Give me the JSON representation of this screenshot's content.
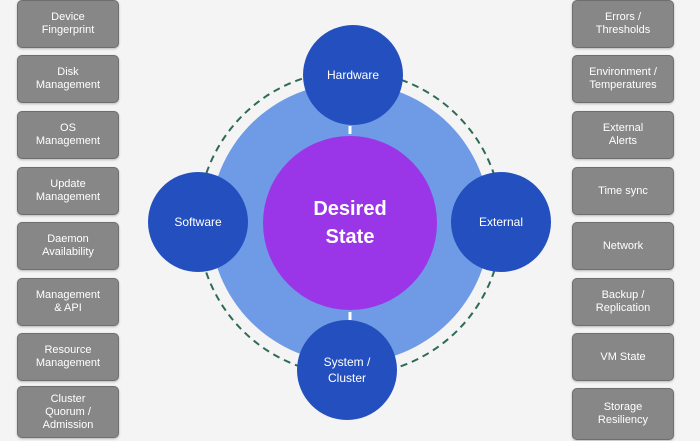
{
  "left_boxes": [
    {
      "label": "Device\nFingerprint"
    },
    {
      "label": "Disk\nManagement"
    },
    {
      "label": "OS\nManagement"
    },
    {
      "label": "Update\nManagement"
    },
    {
      "label": "Daemon\nAvailability"
    },
    {
      "label": "Management\n& API"
    },
    {
      "label": "Resource\nManagement"
    },
    {
      "label": "Cluster\nQuorum /\nAdmission"
    }
  ],
  "right_boxes": [
    {
      "label": "Errors /\nThresholds"
    },
    {
      "label": "Environment /\nTemperatures"
    },
    {
      "label": "External\nAlerts"
    },
    {
      "label": "Time sync"
    },
    {
      "label": "Network"
    },
    {
      "label": "Backup /\nReplication"
    },
    {
      "label": "VM State"
    },
    {
      "label": "Storage\nResiliency"
    }
  ],
  "center": {
    "line1": "Desired",
    "line2": "State"
  },
  "nodes": {
    "top": {
      "label": "Hardware"
    },
    "left": {
      "label": "Software"
    },
    "right": {
      "label": "External"
    },
    "bottom": {
      "line1": "System /",
      "line2": "Cluster"
    }
  },
  "colors": {
    "box_fill": "#878787",
    "ring": "#6f9ae6",
    "center": "#9b35e8",
    "node": "#2450bf",
    "dash": "#2e6b55"
  }
}
